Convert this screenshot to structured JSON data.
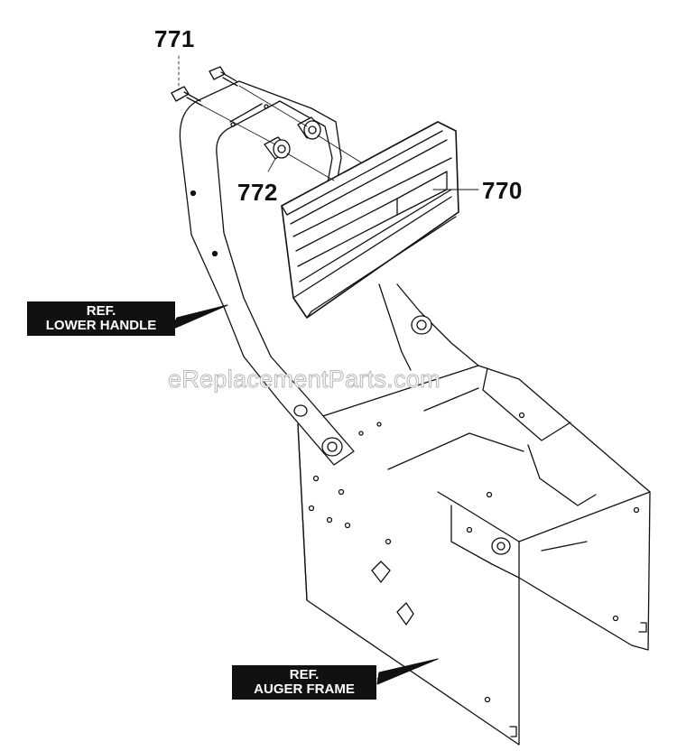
{
  "callouts": {
    "part_771": "771",
    "part_772": "772",
    "part_770": "770"
  },
  "refs": {
    "lower_handle": {
      "line1": "REF.",
      "line2": "LOWER HANDLE"
    },
    "auger_frame": {
      "line1": "REF.",
      "line2": "AUGER FRAME"
    }
  },
  "watermark": "eReplacementParts.com",
  "colors": {
    "ink": "#111111",
    "paper": "#ffffff",
    "watermark": "#b8b8b8"
  }
}
